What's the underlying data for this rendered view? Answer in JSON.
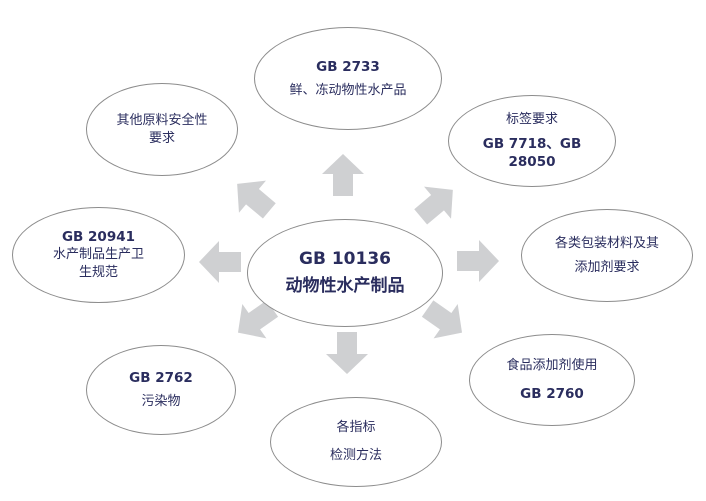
{
  "center": {
    "code": "GB 10136",
    "title": "动物性水产制品"
  },
  "top": {
    "code": "GB 2733",
    "title": "鲜、冻动物性水产品"
  },
  "label_req": {
    "title": "标签要求",
    "code_line1": "GB 7718、GB",
    "code_line2": "28050"
  },
  "packaging": {
    "line1": "各类包装材料及其",
    "line2": "添加剂要求"
  },
  "additive": {
    "title": "食品添加剂使用",
    "code": "GB 2760"
  },
  "methods": {
    "line1": "各指标",
    "line2": "检测方法"
  },
  "contaminants": {
    "code": "GB 2762",
    "title": "污染物"
  },
  "hygiene": {
    "code": "GB 20941",
    "line1": "水产制品生产卫",
    "line2": "生规范"
  },
  "other": {
    "line1": "其他原料安全性",
    "line2": "要求"
  },
  "colors": {
    "arrow": "#cfd0d2",
    "border": "#8c8c8c",
    "text": "#2a2d5e"
  }
}
